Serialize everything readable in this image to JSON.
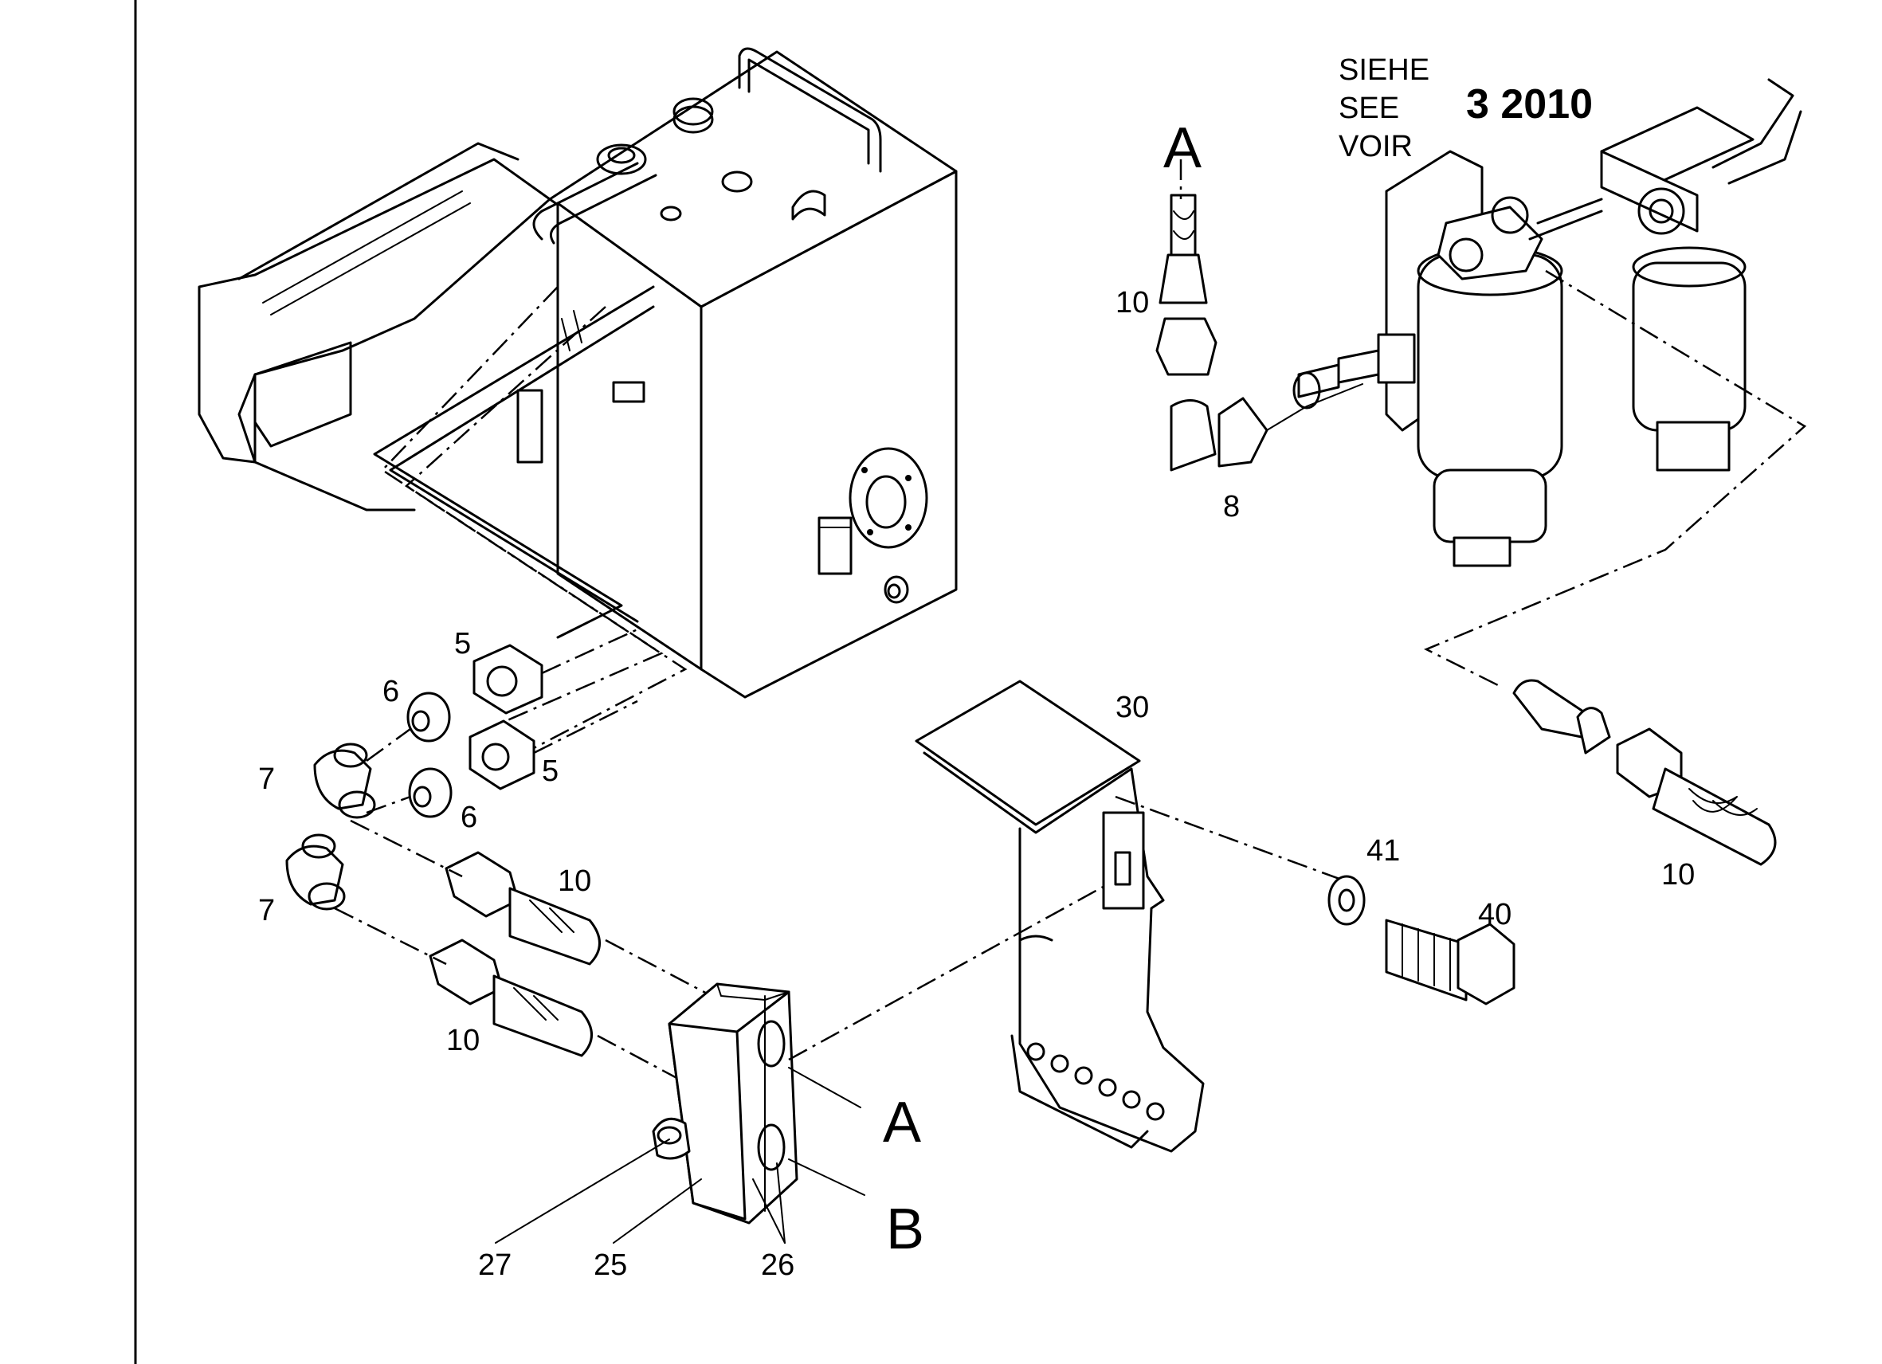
{
  "reference_note": {
    "lines": [
      "SIEHE",
      "SEE",
      "VOIR"
    ],
    "number": "3 2010"
  },
  "section_letters": {
    "top": "A",
    "a": "A",
    "b": "B"
  },
  "callouts": {
    "c5a": "5",
    "c5b": "5",
    "c6a": "6",
    "c6b": "6",
    "c7a": "7",
    "c7b": "7",
    "c8": "8",
    "c10_top": "10",
    "c10_mid": "10",
    "c10_low": "10",
    "c10_right": "10",
    "c25": "25",
    "c26": "26",
    "c27": "27",
    "c30": "30",
    "c40": "40",
    "c41": "41"
  }
}
